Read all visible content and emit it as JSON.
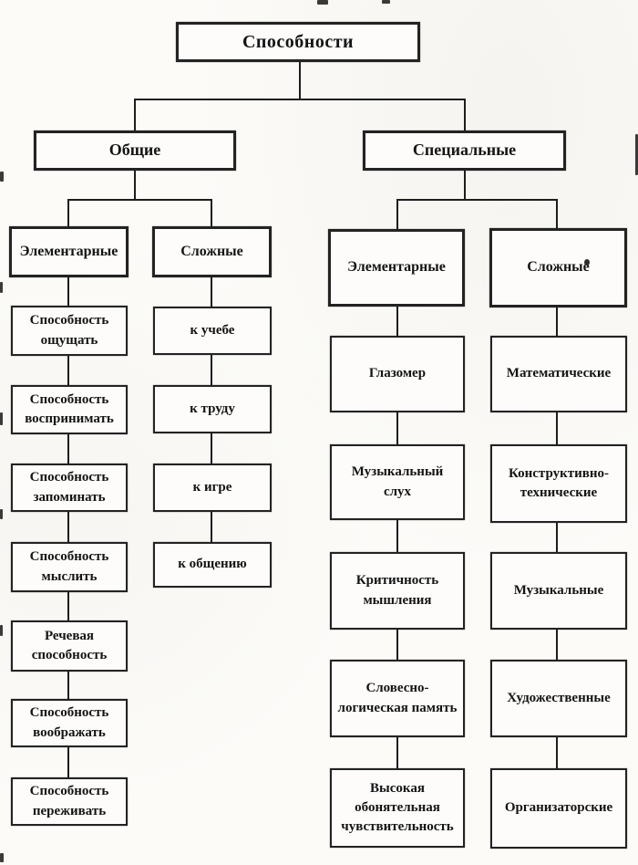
{
  "diagram": {
    "title": "Способности",
    "root": "Способности",
    "level1": {
      "general": "Общие",
      "special": "Специальные"
    },
    "general": {
      "elementary_header": "Элементарные",
      "complex_header": "Сложные",
      "elementary_items": [
        "Способность ощущать",
        "Способность воспринимать",
        "Способность запоминать",
        "Способность мыслить",
        "Речевая способность",
        "Способность воображать",
        "Способность переживать"
      ],
      "complex_items": [
        "к учебе",
        "к труду",
        "к игре",
        "к общению"
      ]
    },
    "special": {
      "elementary_header": "Элементарные",
      "complex_header": "Сложные",
      "elementary_items": [
        "Глазомер",
        "Музыкальный слух",
        "Критичность мышления",
        "Словесно-логическая память",
        "Высокая обонятельная чувствительность"
      ],
      "complex_items": [
        "Математические",
        "Конструктивно-технические",
        "Музыкальные",
        "Художественные",
        "Организаторские"
      ]
    },
    "colors": {
      "background": "#fcfbf8",
      "box_fill": "#fdfcfa",
      "box_border": "#232323",
      "text": "#141414",
      "line": "#1d1d1d"
    }
  }
}
